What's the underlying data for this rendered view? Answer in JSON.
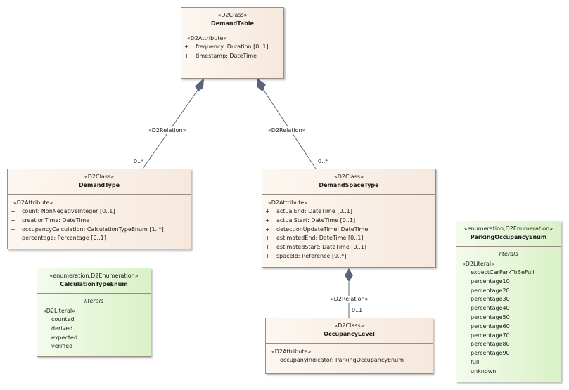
{
  "classes": {
    "demand_table": {
      "stereotype": "«D2Class»",
      "name": "DemandTable",
      "attr_stereotype": "«D2Attribute»",
      "attributes": [
        {
          "vis": "+",
          "text": "frequency: Duration [0..1]"
        },
        {
          "vis": "+",
          "text": "timestamp: DateTime"
        }
      ]
    },
    "demand_type": {
      "stereotype": "«D2Class»",
      "name": "DemandType",
      "attr_stereotype": "«D2Attribute»",
      "attributes": [
        {
          "vis": "+",
          "text": "count: NonNegativeInteger [0..1]"
        },
        {
          "vis": "+",
          "text": "creationTime: DateTime"
        },
        {
          "vis": "+",
          "text": "occupancyCalculation: CalculationTypeEnum [1..*]"
        },
        {
          "vis": "+",
          "text": "percentage: Percentage [0..1]"
        }
      ]
    },
    "demand_space_type": {
      "stereotype": "«D2Class»",
      "name": "DemandSpaceType",
      "attr_stereotype": "«D2Attribute»",
      "attributes": [
        {
          "vis": "+",
          "text": "actualEnd: DateTime [0..1]"
        },
        {
          "vis": "+",
          "text": "actualStart: DateTime [0..1]"
        },
        {
          "vis": "+",
          "text": "detectionUpdateTime: DateTime"
        },
        {
          "vis": "+",
          "text": "estimatedEnd: DateTime [0..1]"
        },
        {
          "vis": "+",
          "text": "estimatedStart: DateTime [0..1]"
        },
        {
          "vis": "+",
          "text": "spaceId: Reference [0..*]"
        }
      ]
    },
    "occupancy_level": {
      "stereotype": "«D2Class»",
      "name": "OccupancyLevel",
      "attr_stereotype": "«D2Attribute»",
      "attributes": [
        {
          "vis": "+",
          "text": "occupanyIndicator: ParkingOccupancyEnum"
        }
      ]
    }
  },
  "enums": {
    "calculation_type": {
      "stereotype": "«enumeration,D2Enumeration»",
      "name": "CalculationTypeEnum",
      "literals_title": "literals",
      "literal_stereotype": "«D2Literal»",
      "literals": [
        "counted",
        "derived",
        "expected",
        "verified"
      ]
    },
    "parking_occupancy": {
      "stereotype": "«enumeration,D2Enumeration»",
      "name": "ParkingOccupancyEnum",
      "literals_title": "literals",
      "literal_stereotype": "«D2Literal»",
      "literals": [
        "expectCarParkToBeFull",
        "percentage10",
        "percentage20",
        "percentage30",
        "percentage40",
        "percentage50",
        "percentage60",
        "percentage70",
        "percentage80",
        "percentage90",
        "full",
        "unknown"
      ]
    }
  },
  "relations": {
    "table_to_type": {
      "label": "«D2Relation»",
      "multiplicity": "0..*"
    },
    "table_to_space": {
      "label": "«D2Relation»",
      "multiplicity": "0..*"
    },
    "space_to_level": {
      "label": "«D2Relation»",
      "multiplicity": "0..1"
    }
  },
  "colors": {
    "class_fill": "#f6e8dd",
    "enum_fill": "#d9f2c7",
    "border": "#9a8a80",
    "connector": "#5a6478"
  }
}
